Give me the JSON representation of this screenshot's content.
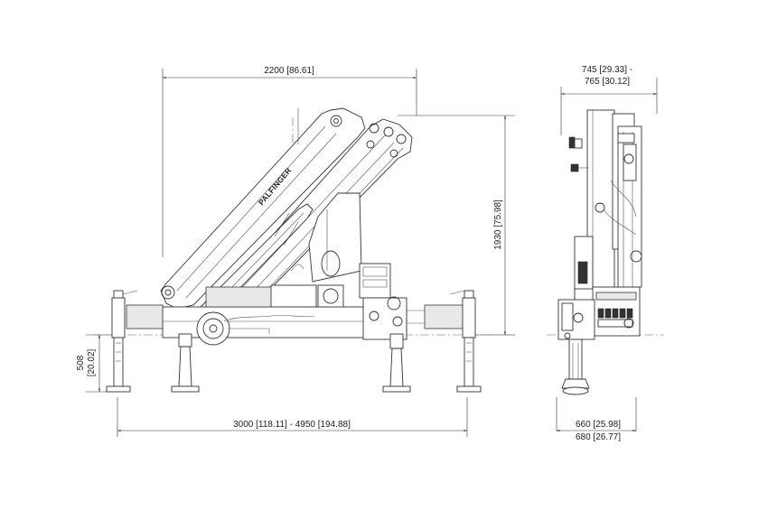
{
  "dimensions": {
    "width_top": "2200  [86.61]",
    "height_right": "1930  [75.98]",
    "outrigger_height": "508",
    "outrigger_height_in": "[20.02]",
    "spread_bottom": "3000  [118.11] - 4950  [194.88]",
    "side_width_top_1": "745  [29.33] -",
    "side_width_top_2": "765  [30.12]",
    "side_width_bottom_1": "660  [25.98]",
    "side_width_bottom_2": "680  [26.77]"
  },
  "logo": {
    "brand": "PALFINGER"
  }
}
